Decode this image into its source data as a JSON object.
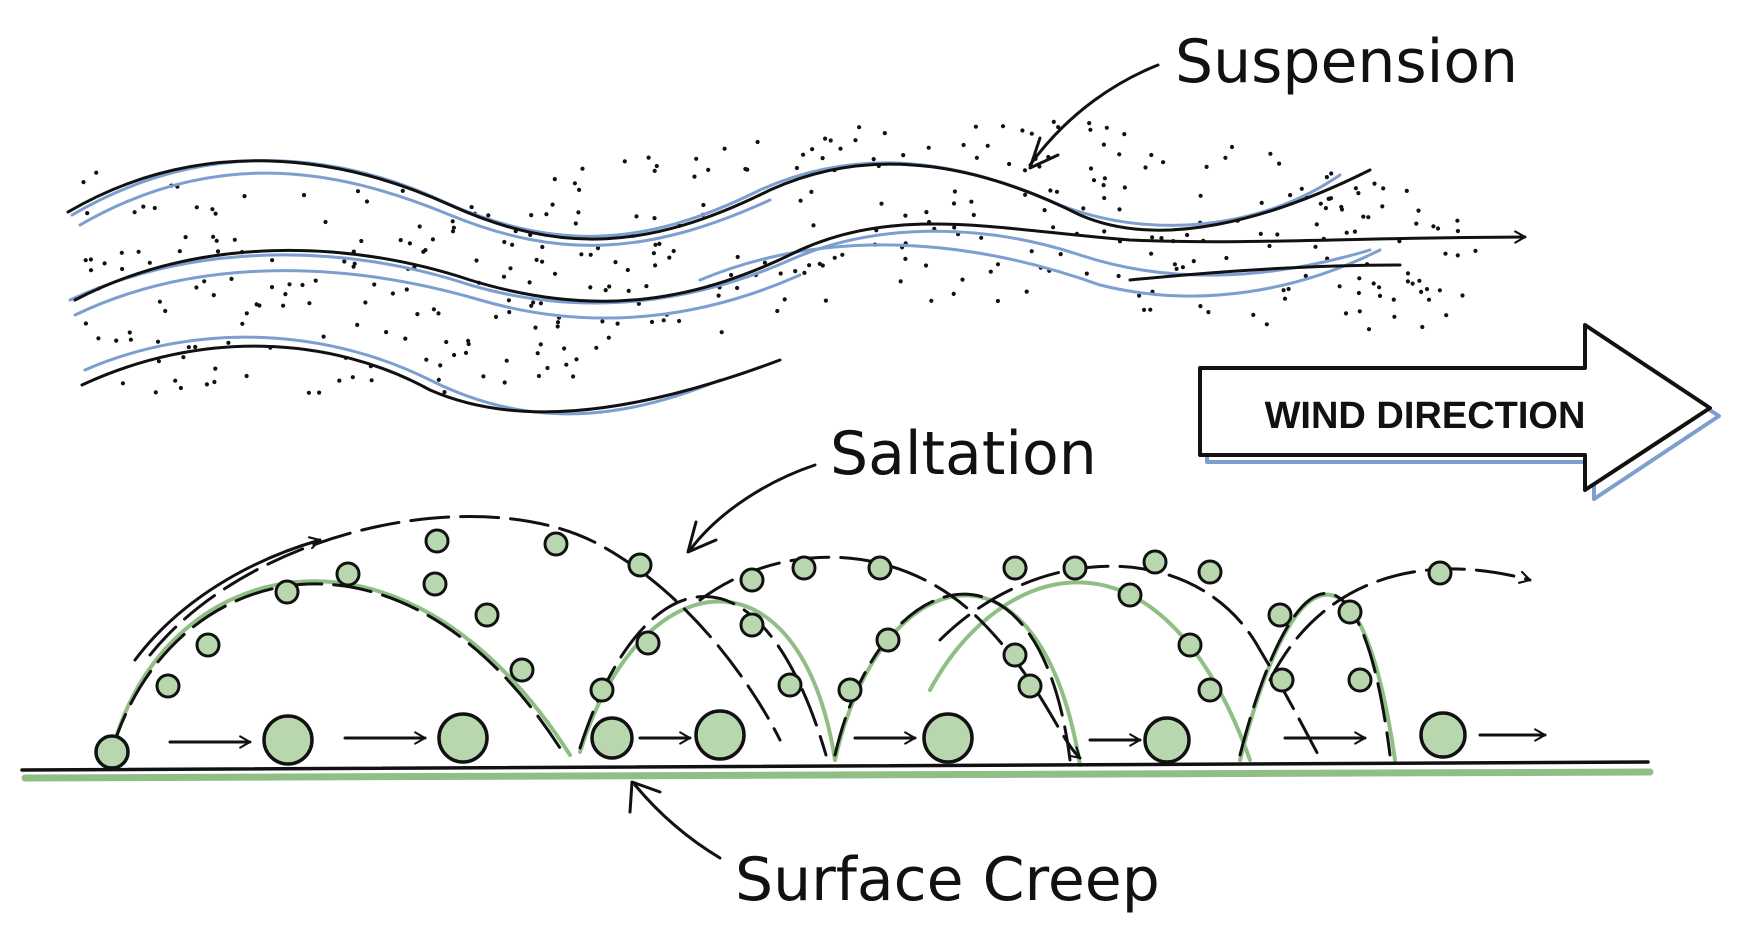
{
  "labels": {
    "suspension": "Suspension",
    "saltation": "Saltation",
    "surface_creep": "Surface Creep",
    "wind_direction": "WIND DIRECTION"
  },
  "colors": {
    "ink": "#111111",
    "wind_blue": "#7c9fcf",
    "ground_green": "#8fbf84",
    "particle_fill": "#b9d7ae",
    "background": "#ffffff"
  },
  "icons": [
    "arrow-icon",
    "wind-stream",
    "dust-particle",
    "sand-grain"
  ]
}
